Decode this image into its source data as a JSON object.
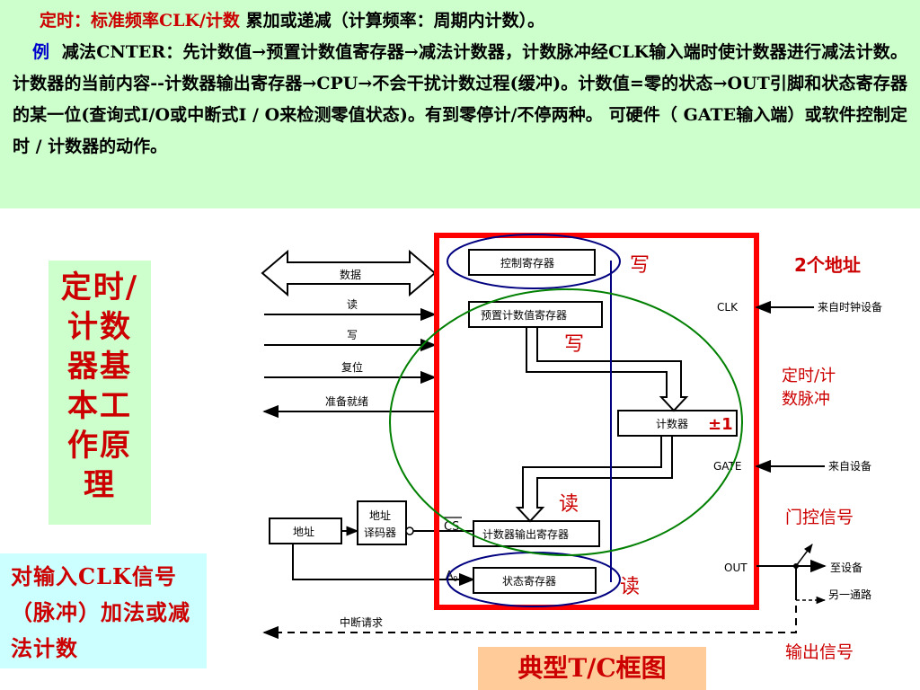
{
  "intro": {
    "line1": {
      "title": "定时：标准频率CLK/计数",
      "rest": "累加或递减（计算频率：周期内计数）。"
    },
    "line2": {
      "label": "例",
      "body": "减法CNTER：先计数值→预置计数值寄存器→减法计数器，计数脉冲经CLK输入端时使计数器进行减法计数。计数器的当前内容--计数器输出寄存器→CPU→不会干扰计数过程(缓冲)。计数值=零的状态→OUT引脚和状态寄存器的某一位(查询式I/O或中断式I / O来检测零值状态)。有到零停计/不停两种。 可硬件（ GATE输入端）或软件控制定时 / 计数器的动作。"
    }
  },
  "left_title": "定时/计数器基本工作原理",
  "left_note": "对输入CLK信号（脉冲）加法或减法计数",
  "caption": "典型T/C框图",
  "diagram": {
    "registers": {
      "control": "控制寄存器",
      "preset": "预置计数值寄存器",
      "counter": "计数器",
      "output": "计数器输出寄存器",
      "status": "状态寄存器"
    },
    "decoder": {
      "line1": "地址",
      "line2": "译码器"
    },
    "address": "地址",
    "signals": {
      "data": "数据",
      "read": "读",
      "write": "写",
      "reset": "复位",
      "ready": "准备就绪",
      "interrupt": "中断请求",
      "cs": "CS",
      "a0": "A",
      "a0_sub": "0"
    },
    "pins": {
      "clk": "CLK",
      "gate": "GATE",
      "out": "OUT"
    },
    "external": {
      "clk_src": "来自时钟设备",
      "gate_src": "来自设备",
      "to_device": "至设备",
      "other_path": "另一通路"
    },
    "annotations": {
      "write1": "写",
      "write2": "写",
      "read1": "读",
      "read2": "读",
      "pm": "±1",
      "two_addr": "2个地址",
      "pulse": "定时/计数脉冲",
      "gate_signal": "门控信号",
      "out_signal": "输出信号"
    },
    "colors": {
      "red": "#ff0000",
      "blue": "#000080",
      "green": "#008000",
      "annot": "#cc0000"
    }
  }
}
